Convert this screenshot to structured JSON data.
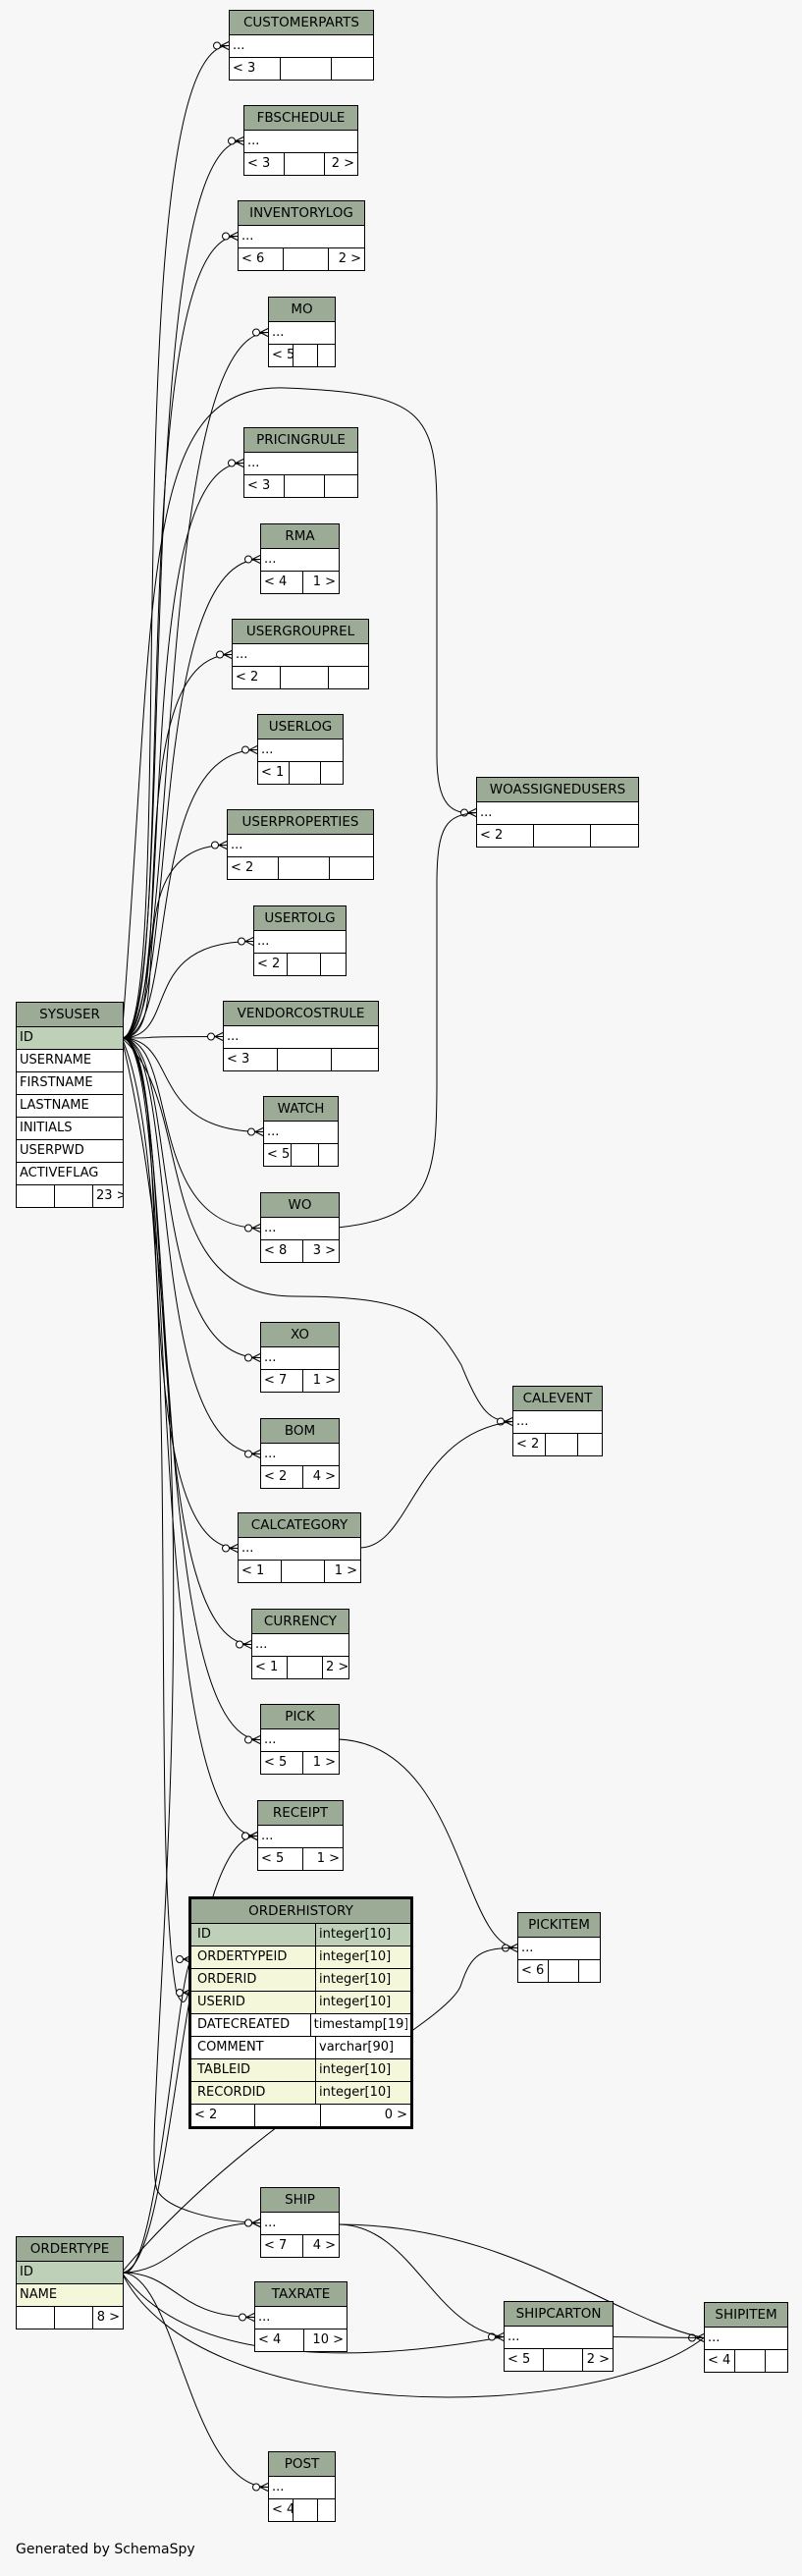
{
  "tables": [
    {
      "id": "customerparts",
      "name": "CUSTOMERPARTS",
      "rows": [
        "..."
      ],
      "footer": [
        "< 3",
        "",
        ""
      ]
    },
    {
      "id": "fbschedule",
      "name": "FBSCHEDULE",
      "rows": [
        "..."
      ],
      "footer": [
        "< 3",
        "",
        "2 >"
      ]
    },
    {
      "id": "inventorylog",
      "name": "INVENTORYLOG",
      "rows": [
        "..."
      ],
      "footer": [
        "< 6",
        "",
        "2 >"
      ]
    },
    {
      "id": "mo",
      "name": "MO",
      "rows": [
        "..."
      ],
      "footer": [
        "< 5",
        "",
        ""
      ]
    },
    {
      "id": "pricingrule",
      "name": "PRICINGRULE",
      "rows": [
        "..."
      ],
      "footer": [
        "< 3",
        "",
        ""
      ]
    },
    {
      "id": "rma",
      "name": "RMA",
      "rows": [
        "..."
      ],
      "footer": [
        "< 4",
        "1 >"
      ]
    },
    {
      "id": "usergrouprel",
      "name": "USERGROUPREL",
      "rows": [
        "..."
      ],
      "footer": [
        "< 2",
        "",
        ""
      ]
    },
    {
      "id": "userlog",
      "name": "USERLOG",
      "rows": [
        "..."
      ],
      "footer": [
        "< 1",
        "",
        ""
      ]
    },
    {
      "id": "userproperties",
      "name": "USERPROPERTIES",
      "rows": [
        "..."
      ],
      "footer": [
        "< 2",
        "",
        ""
      ]
    },
    {
      "id": "usertolg",
      "name": "USERTOLG",
      "rows": [
        "..."
      ],
      "footer": [
        "< 2",
        "",
        ""
      ]
    },
    {
      "id": "vendorcostrule",
      "name": "VENDORCOSTRULE",
      "rows": [
        "..."
      ],
      "footer": [
        "< 3",
        "",
        ""
      ]
    },
    {
      "id": "watch",
      "name": "WATCH",
      "rows": [
        "..."
      ],
      "footer": [
        "< 5",
        "",
        ""
      ]
    },
    {
      "id": "wo",
      "name": "WO",
      "rows": [
        "..."
      ],
      "footer": [
        "< 8",
        "3 >"
      ]
    },
    {
      "id": "woassignedusers",
      "name": "WOASSIGNEDUSERS",
      "rows": [
        "..."
      ],
      "footer": [
        "< 2",
        "",
        ""
      ]
    },
    {
      "id": "sysuser",
      "name": "SYSUSER",
      "rows": [
        "ID",
        "USERNAME",
        "FIRSTNAME",
        "LASTNAME",
        "INITIALS",
        "USERPWD",
        "ACTIVEFLAG"
      ],
      "footer": [
        "",
        "",
        "23 >"
      ]
    },
    {
      "id": "xo",
      "name": "XO",
      "rows": [
        "..."
      ],
      "footer": [
        "< 7",
        "1 >"
      ]
    },
    {
      "id": "bom",
      "name": "BOM",
      "rows": [
        "..."
      ],
      "footer": [
        "< 2",
        "4 >"
      ]
    },
    {
      "id": "calevent",
      "name": "CALEVENT",
      "rows": [
        "..."
      ],
      "footer": [
        "< 2",
        "",
        ""
      ]
    },
    {
      "id": "calcategory",
      "name": "CALCATEGORY",
      "rows": [
        "..."
      ],
      "footer": [
        "< 1",
        "",
        "1 >"
      ]
    },
    {
      "id": "currency",
      "name": "CURRENCY",
      "rows": [
        "..."
      ],
      "footer": [
        "< 1",
        "",
        "2 >"
      ]
    },
    {
      "id": "pick",
      "name": "PICK",
      "rows": [
        "..."
      ],
      "footer": [
        "< 5",
        "1 >"
      ]
    },
    {
      "id": "receipt",
      "name": "RECEIPT",
      "rows": [
        "..."
      ],
      "footer": [
        "< 5",
        "1 >"
      ]
    },
    {
      "id": "pickitem",
      "name": "PICKITEM",
      "rows": [
        "..."
      ],
      "footer": [
        "< 6",
        "",
        ""
      ]
    },
    {
      "id": "ship",
      "name": "SHIP",
      "rows": [
        "..."
      ],
      "footer": [
        "< 7",
        "4 >"
      ]
    },
    {
      "id": "ordertype",
      "name": "ORDERTYPE",
      "rows": [
        "ID",
        "NAME"
      ],
      "footer": [
        "",
        "",
        "8 >"
      ]
    },
    {
      "id": "taxrate",
      "name": "TAXRATE",
      "rows": [
        "..."
      ],
      "footer": [
        "< 4",
        "10 >"
      ]
    },
    {
      "id": "shipcarton",
      "name": "SHIPCARTON",
      "rows": [
        "..."
      ],
      "footer": [
        "< 5",
        "",
        "2 >"
      ]
    },
    {
      "id": "shipitem",
      "name": "SHIPITEM",
      "rows": [
        "..."
      ],
      "footer": [
        "< 4",
        "",
        ""
      ]
    },
    {
      "id": "post",
      "name": "POST",
      "rows": [
        "..."
      ],
      "footer": [
        "< 4",
        "",
        ""
      ]
    }
  ],
  "orderhistory": {
    "name": "ORDERHISTORY",
    "columns": [
      {
        "name": "ID",
        "type": "integer[10]"
      },
      {
        "name": "ORDERTYPEID",
        "type": "integer[10]"
      },
      {
        "name": "ORDERID",
        "type": "integer[10]"
      },
      {
        "name": "USERID",
        "type": "integer[10]"
      },
      {
        "name": "DATECREATED",
        "type": "timestamp[19]"
      },
      {
        "name": "COMMENT",
        "type": "varchar[90]"
      },
      {
        "name": "TABLEID",
        "type": "integer[10]"
      },
      {
        "name": "RECORDID",
        "type": "integer[10]"
      }
    ],
    "footer": [
      "< 2",
      "",
      "0 >"
    ]
  },
  "footer_text": "Generated by SchemaSpy",
  "colors": {
    "header": "#9bab96",
    "key": "#bed1b8",
    "foreign_key": "#f4f7da",
    "background": "#f7f7f7"
  }
}
